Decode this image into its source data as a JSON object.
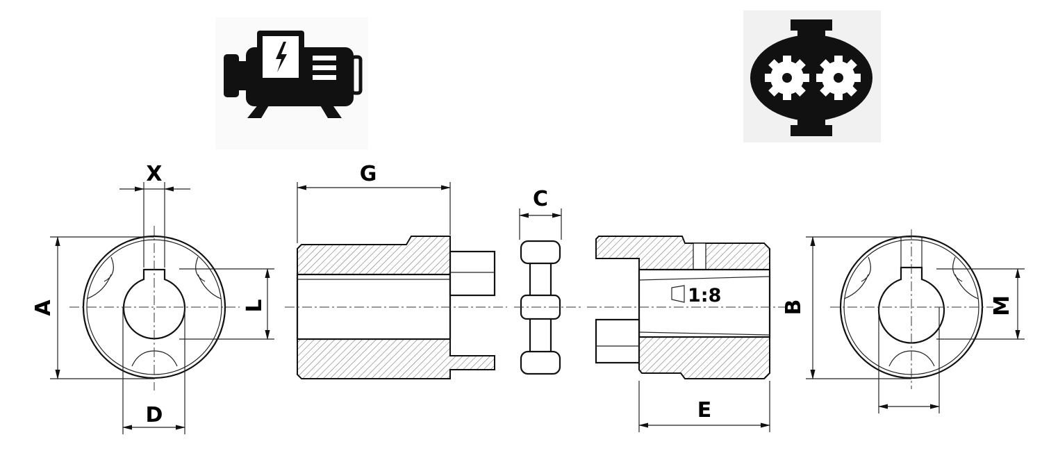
{
  "title": "Jaw coupling dimension drawing",
  "icons": {
    "motor": "electric-motor-icon",
    "pump": "gear-pump-icon"
  },
  "labels": {
    "X": "X",
    "G": "G",
    "C": "C",
    "A": "A",
    "L": "L",
    "D": "D",
    "E": "E",
    "B": "B",
    "M": "M",
    "taper": "1:8"
  }
}
